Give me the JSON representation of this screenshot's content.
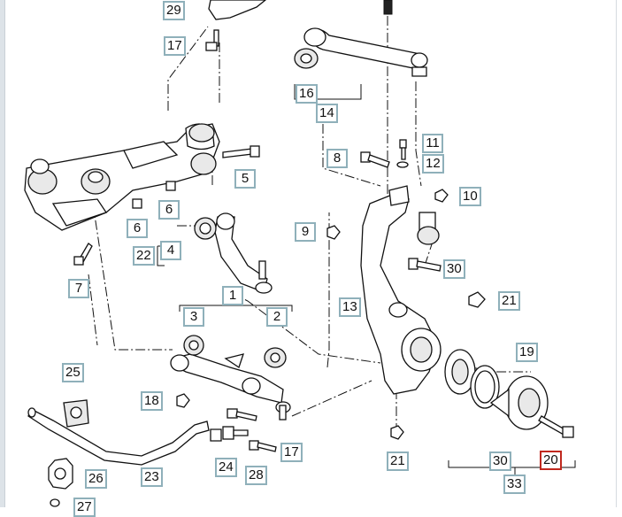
{
  "diagram": {
    "highlight_color": "#c0281e",
    "label_border_color": "#8fb0ba",
    "callouts": [
      {
        "id": "c29",
        "text": "29"
      },
      {
        "id": "c17a",
        "text": "17"
      },
      {
        "id": "c16",
        "text": "16"
      },
      {
        "id": "c14",
        "text": "14"
      },
      {
        "id": "c11",
        "text": "11"
      },
      {
        "id": "c8",
        "text": "8"
      },
      {
        "id": "c12",
        "text": "12"
      },
      {
        "id": "c5",
        "text": "5"
      },
      {
        "id": "c10",
        "text": "10"
      },
      {
        "id": "c6a",
        "text": "6"
      },
      {
        "id": "c6b",
        "text": "6"
      },
      {
        "id": "c9",
        "text": "9"
      },
      {
        "id": "c22",
        "text": "22"
      },
      {
        "id": "c4",
        "text": "4"
      },
      {
        "id": "c30a",
        "text": "30"
      },
      {
        "id": "c7",
        "text": "7"
      },
      {
        "id": "c1",
        "text": "1"
      },
      {
        "id": "c13",
        "text": "13"
      },
      {
        "id": "c21a",
        "text": "21"
      },
      {
        "id": "c3",
        "text": "3"
      },
      {
        "id": "c2",
        "text": "2"
      },
      {
        "id": "c19",
        "text": "19"
      },
      {
        "id": "c25",
        "text": "25"
      },
      {
        "id": "c18",
        "text": "18"
      },
      {
        "id": "c17b",
        "text": "17"
      },
      {
        "id": "c21b",
        "text": "21"
      },
      {
        "id": "c30b",
        "text": "30"
      },
      {
        "id": "c20",
        "text": "20"
      },
      {
        "id": "c24",
        "text": "24"
      },
      {
        "id": "c28",
        "text": "28"
      },
      {
        "id": "c26",
        "text": "26"
      },
      {
        "id": "c23",
        "text": "23"
      },
      {
        "id": "c33",
        "text": "33"
      },
      {
        "id": "c27",
        "text": "27"
      }
    ]
  }
}
